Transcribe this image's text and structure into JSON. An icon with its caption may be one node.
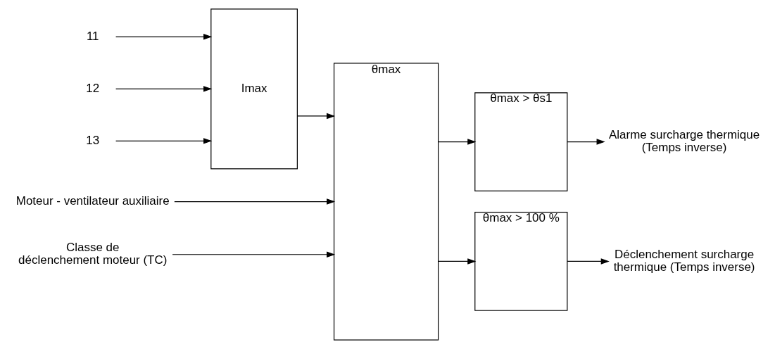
{
  "diagram": {
    "nodes": [
      {
        "text": [
          "11"
        ]
      },
      {
        "text": [
          "12"
        ]
      },
      {
        "text": [
          "13"
        ]
      },
      {
        "text": [
          "Imax"
        ]
      },
      {
        "text": [
          "Moteur - ventilateur auxiliaire"
        ]
      },
      {
        "text": [
          "Classe de déclenchement moteur (TC)"
        ]
      },
      {
        "text": [
          "θmax"
        ]
      },
      {
        "text": [
          "θmax > θs1"
        ]
      },
      {
        "text": [
          "Alarme surcharge thermique (Temps inverse)"
        ]
      },
      {
        "text": [
          "θmax > 100 %"
        ]
      },
      {
        "text": [
          "Déclenchement surcharge thermique (Temps inverse)"
        ]
      }
    ],
    "edges": [
      {
        "from": 0,
        "to": 3,
        "arrow": "to"
      },
      {
        "from": 1,
        "to": 3,
        "arrow": "to"
      },
      {
        "from": 2,
        "to": 3,
        "arrow": "to"
      },
      {
        "from": 3,
        "to": 6,
        "arrow": "to"
      },
      {
        "from": 4,
        "to": 6,
        "arrow": "to"
      },
      {
        "from": 5,
        "to": 6,
        "arrow": "to"
      },
      {
        "from": 6,
        "to": 7,
        "arrow": "to"
      },
      {
        "from": 6,
        "to": 9,
        "arrow": "to"
      },
      {
        "from": 7,
        "to": 8,
        "arrow": "to"
      },
      {
        "from": 9,
        "to": 10,
        "arrow": "to"
      }
    ]
  }
}
